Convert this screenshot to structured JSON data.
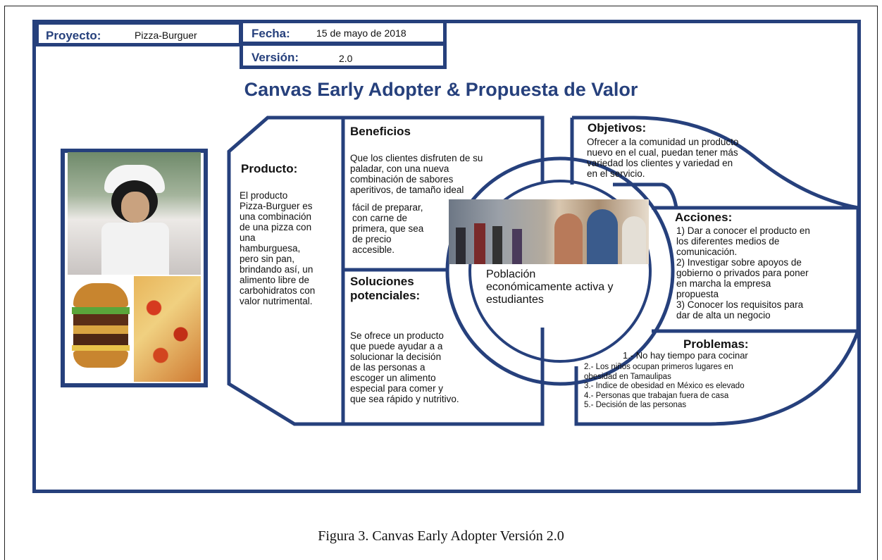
{
  "header": {
    "proyecto_label": "Proyecto:",
    "proyecto_value": "Pizza-Burguer",
    "fecha_label": "Fecha:",
    "fecha_value": "15 de mayo de 2018",
    "version_label": "Versión:",
    "version_value": "2.0"
  },
  "title": "Canvas Early Adopter & Propuesta de Valor",
  "producto": {
    "heading": "Producto:",
    "lines": [
      "El producto",
      "Pizza-Burguer es",
      "una combinación",
      "de una pizza con",
      "una",
      "hamburguesa,",
      "pero sin pan,",
      "brindando así, un",
      "alimento libre de",
      "carbohidratos con",
      "valor nutrimental."
    ]
  },
  "beneficios": {
    "heading": "Beneficios",
    "lines": [
      "Que los clientes disfruten de su",
      "paladar, con una nueva",
      "combinación de sabores",
      "aperitivos, de tamaño ideal"
    ],
    "lines2": [
      "fácil de preparar,",
      "con carne de",
      "primera, que sea",
      "de precio",
      "accesible."
    ]
  },
  "soluciones": {
    "heading_1": "Soluciones",
    "heading_2": "potenciales:",
    "lines": [
      "Se ofrece un producto",
      "que puede ayudar a a",
      "solucionar la decisión",
      "de las personas a",
      "escoger un alimento",
      "especial para comer y",
      "que sea rápido  y nutritivo."
    ]
  },
  "centro": {
    "lines": [
      "Población",
      "económicamente activa y",
      "estudiantes"
    ]
  },
  "objetivos": {
    "heading": "Objetivos:",
    "lines": [
      "Ofrecer a la comunidad un producto",
      "nuevo en el cual, puedan tener más",
      "variedad los clientes y variedad en",
      "en el servicio."
    ]
  },
  "acciones": {
    "heading": "Acciones:",
    "lines": [
      "1) Dar a conocer el producto en",
      "los diferentes medios de",
      "comunicación.",
      "2) Investigar sobre apoyos de",
      "gobierno o privados para poner",
      "en marcha la empresa",
      "propuesta",
      "3) Conocer los requisitos para",
      "dar de alta un negocio"
    ]
  },
  "problemas": {
    "heading": "Problemas:",
    "first": "1.- No hay tiempo para cocinar",
    "lines": [
      "2.- Los niños ocupan primeros lugares en",
      "obesidad en Tamaulipas",
      "3.- Indice de obesidad en México es elevado",
      "4.- Personas que trabajan fuera de casa",
      "5.- Decisión de las personas"
    ]
  },
  "caption": "Figura 3. Canvas Early Adopter Versión 2.0",
  "colors": {
    "frame": "#26407c",
    "text": "#111111"
  }
}
